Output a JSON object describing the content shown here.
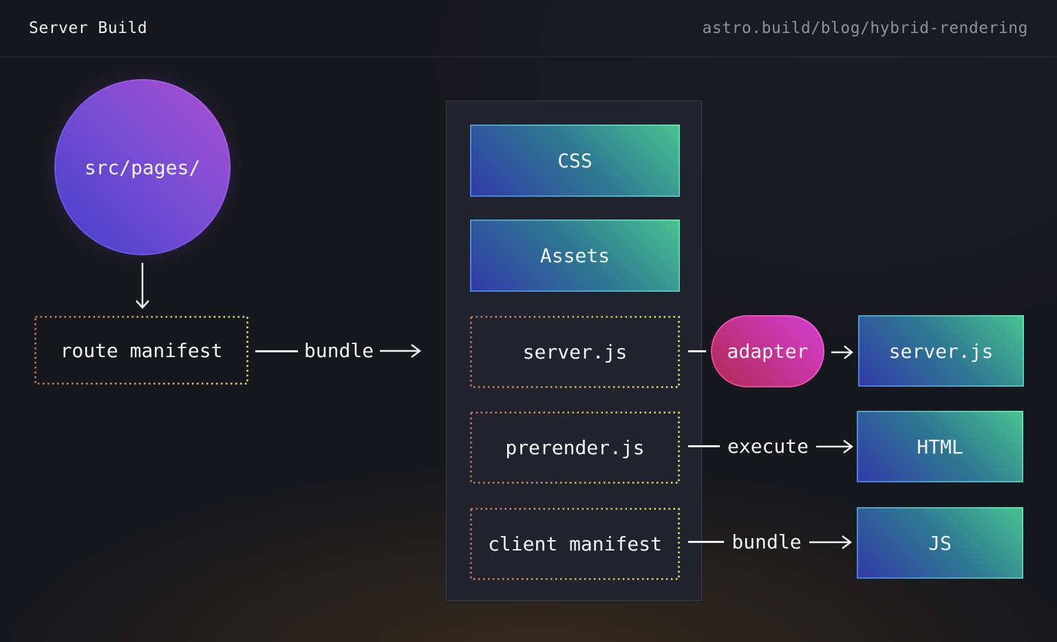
{
  "header": {
    "title": "Server Build",
    "url": "astro.build/blog/hybrid-rendering"
  },
  "nodes": {
    "source": {
      "label": "src/pages/"
    },
    "route_manifest": {
      "label": "route manifest"
    },
    "adapter": {
      "label": "adapter"
    }
  },
  "panel": {
    "boxes": [
      {
        "label": "CSS",
        "style": "gradient"
      },
      {
        "label": "Assets",
        "style": "gradient"
      },
      {
        "label": "server.js",
        "style": "dotted"
      },
      {
        "label": "prerender.js",
        "style": "dotted"
      },
      {
        "label": "client manifest",
        "style": "dotted"
      }
    ]
  },
  "outputs": [
    {
      "label": "server.js"
    },
    {
      "label": "HTML"
    },
    {
      "label": "JS"
    }
  ],
  "edges": {
    "bundle_in": "bundle",
    "execute": "execute",
    "bundle_out": "bundle"
  },
  "colors": {
    "background": "#17181d",
    "panel_background": "#21242e",
    "teal_gradient_start": "#323aa8",
    "teal_gradient_end": "#47c28f",
    "purple_gradient_start": "#443fc9",
    "purple_gradient_end": "#ab4fd2",
    "magenta_gradient_start": "#ae2a52",
    "magenta_gradient_end": "#d340cf",
    "dotted_border_start": "#cd7a58",
    "dotted_border_end": "#e9e468",
    "connector": "#f3f4f6",
    "muted_text": "#8d919c"
  }
}
